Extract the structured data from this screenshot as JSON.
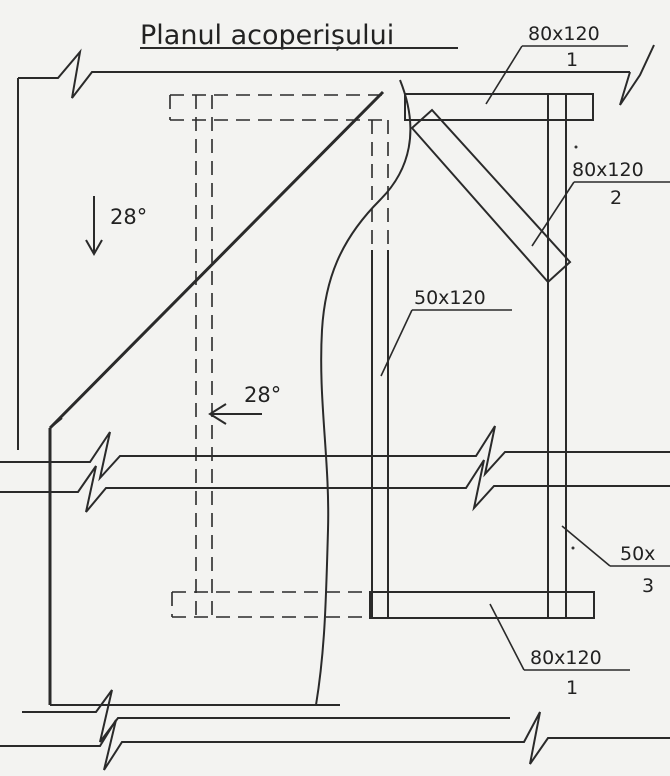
{
  "title": "Planul acoperișului",
  "labels": {
    "beam_top": {
      "size": "80x120",
      "num": "1"
    },
    "brace": {
      "size": "80x120",
      "num": "2"
    },
    "post": {
      "size": "50x120"
    },
    "beam_side": {
      "size": "50x",
      "num": "3"
    },
    "beam_bottom": {
      "size": "80x120",
      "num": "1"
    }
  },
  "angles": {
    "slope_a": "28°",
    "slope_b": "28°"
  },
  "colors": {
    "ink": "#2a2a2a",
    "paper": "#f3f3f1"
  }
}
